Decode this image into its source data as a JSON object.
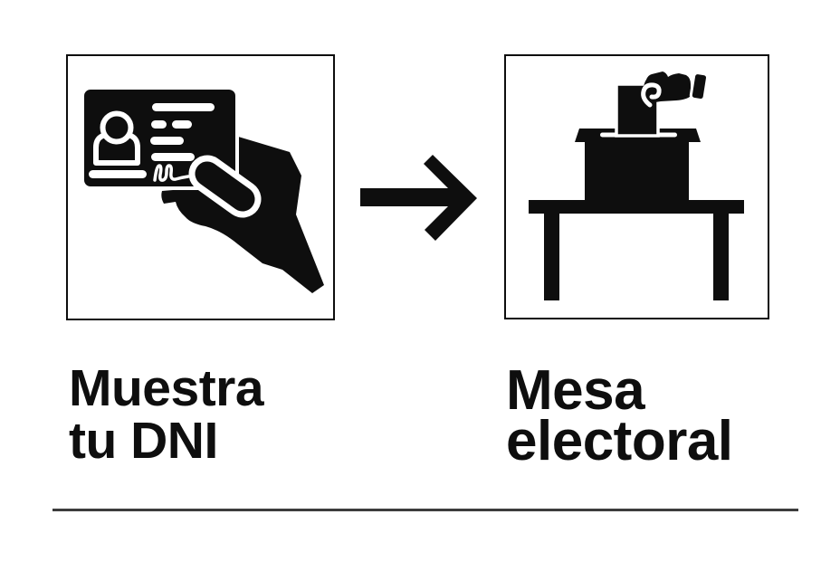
{
  "page": {
    "background_color": "#ffffff",
    "ink_color": "#0e0e0e",
    "divider_color": "#3d3d3d"
  },
  "diagram": {
    "steps": [
      {
        "icon": "hand-holding-id-card-icon",
        "label_line1": "Muestra",
        "label_line2": "tu DNI"
      },
      {
        "icon": "ballot-box-on-table-icon",
        "label_line1": "Mesa",
        "label_line2": "electoral"
      }
    ],
    "connector_icon": "right-arrow-icon"
  }
}
